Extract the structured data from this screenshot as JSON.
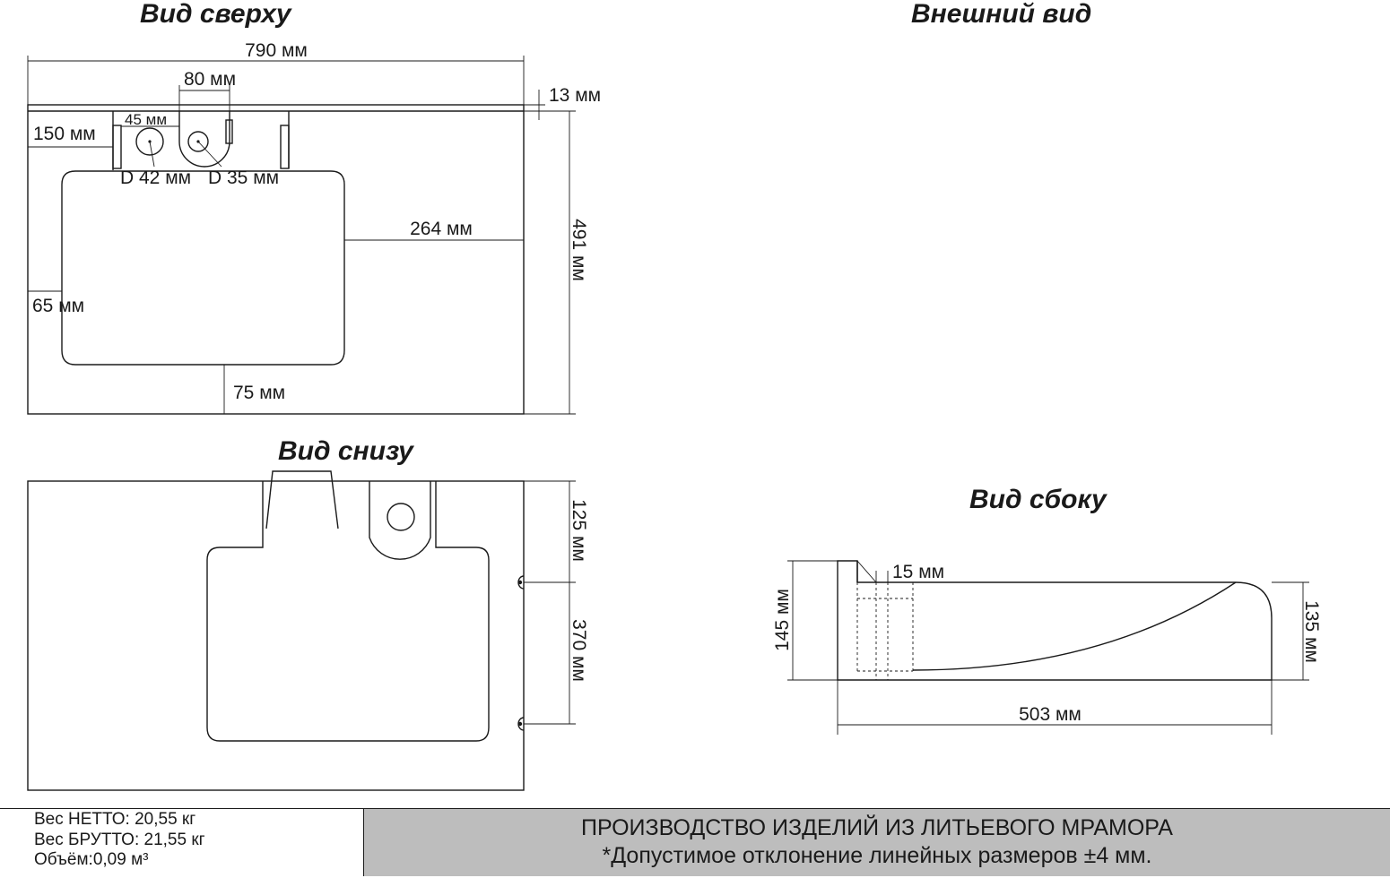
{
  "titles": {
    "top_view": "Вид сверху",
    "exterior_view": "Внешний вид",
    "bottom_view": "Вид снизу",
    "side_view": "Вид сбоку"
  },
  "top_view_dims": {
    "overall_width": "790 мм",
    "bracket_width": "80 мм",
    "lip_thickness": "13 мм",
    "left_offset": "150 мм",
    "hole_offset": "45 мм",
    "hole_d42": "D 42 мм",
    "hole_d35": "D 35 мм",
    "right_margin": "264 мм",
    "overall_depth": "491 мм",
    "side_margin": "65 мм",
    "front_margin": "75 мм"
  },
  "bottom_view_dims": {
    "upper_depth": "125 мм",
    "mount_spacing": "370 мм"
  },
  "side_view_dims": {
    "wall_thickness": "15 мм",
    "back_height": "145 мм",
    "front_height": "135 мм",
    "length": "503 мм"
  },
  "footer": {
    "net_weight": "Вес НЕТТО: 20,55 кг",
    "gross_weight": "Вес БРУТТО: 21,55 кг",
    "volume": "Объём:0,09 м³",
    "company_line": "ПРОИЗВОДСТВО ИЗДЕЛИЙ ИЗ ЛИТЬЕВОГО МРАМОРА",
    "tolerance_note": "*Допустимое отклонение линейных размеров ±4 мм."
  }
}
